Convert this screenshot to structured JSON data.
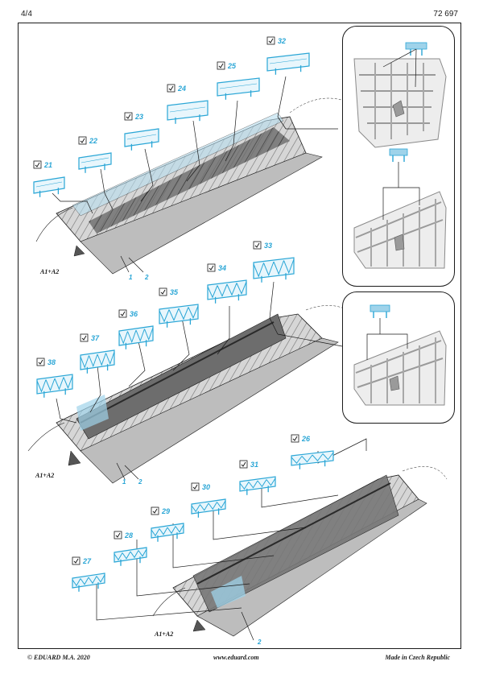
{
  "header": {
    "page_number": "4/4",
    "kit_number": "72 697"
  },
  "footer": {
    "copyright": "© EDUARD  M.A. 2020",
    "website": "www.eduard.com",
    "origin": "Made in Czech Republic"
  },
  "colors": {
    "photo_etch": "#2aa6d6",
    "line": "#1a1a1a",
    "hull": "#8a8a8a",
    "hull_light": "#c8c8c8",
    "hull_dark": "#4a4a4a"
  },
  "panels": [
    {
      "version_label": "A1+A2",
      "parts": [
        "21",
        "22",
        "23",
        "24",
        "25",
        "32"
      ],
      "hull_parts": [
        "1",
        "2"
      ]
    },
    {
      "version_label": "A1+A2",
      "parts": [
        "38",
        "37",
        "36",
        "35",
        "34",
        "33"
      ],
      "hull_parts": [
        "1",
        "2"
      ]
    },
    {
      "version_label": "A1+A2",
      "parts": [
        "27",
        "28",
        "29",
        "30",
        "31",
        "26"
      ],
      "hull_parts": [
        "2"
      ]
    }
  ],
  "icons": {
    "bend_mark": "bend-check-icon"
  }
}
